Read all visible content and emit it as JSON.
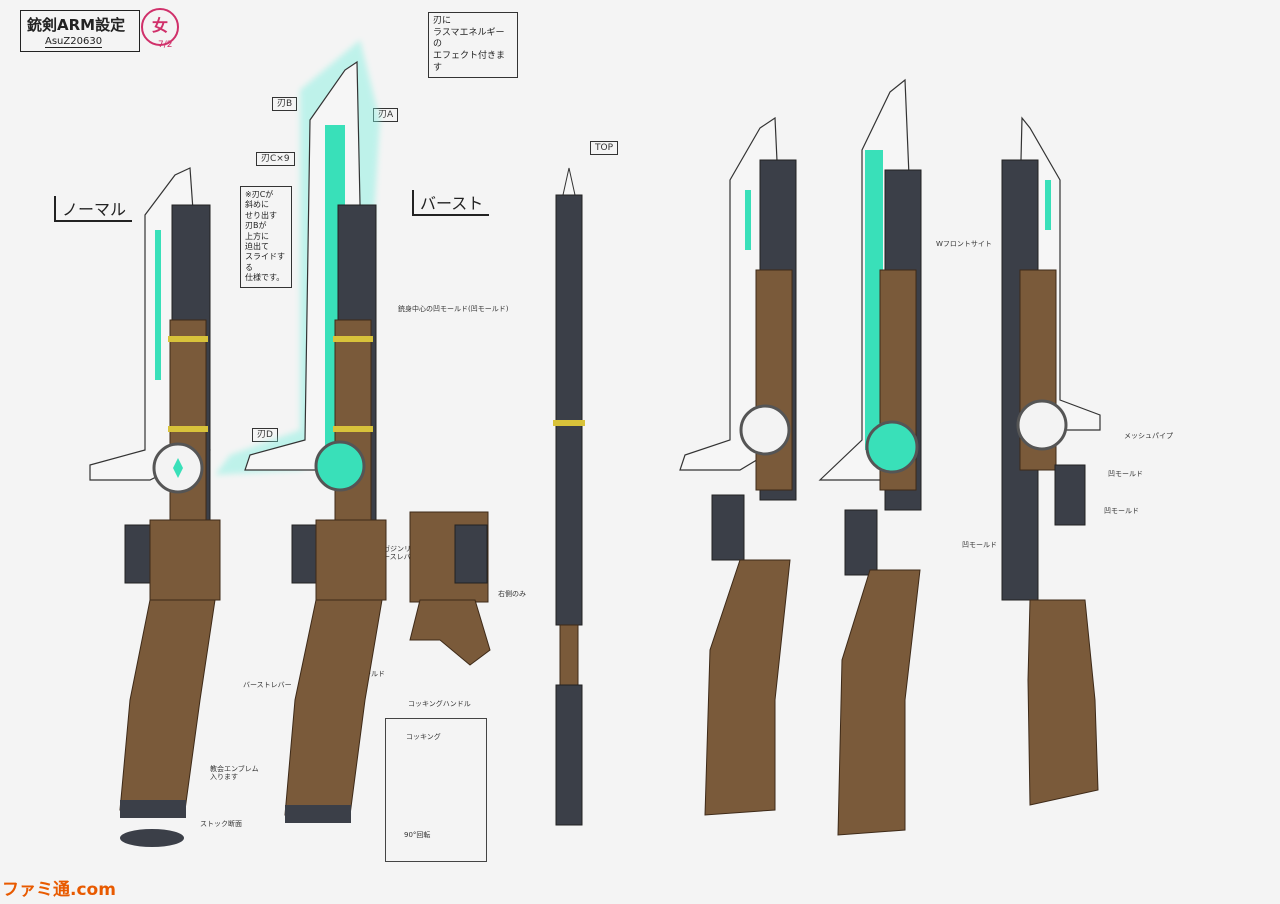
{
  "title": {
    "main": "銃剣ARM設定",
    "date": "AsuZ20630",
    "stamp": "女",
    "stamp_sub": "7/2"
  },
  "labels": {
    "normal": "ノーマル",
    "burst": "バースト",
    "top": "TOP"
  },
  "notes": {
    "energy_effect_1": "刃に",
    "energy_effect_2": "ラスマエネルギーの",
    "energy_effect_3": "エフェクト付きます",
    "blade_a": "刃A",
    "blade_b": "刃B",
    "blade_c": "刃C×9",
    "blade_d": "刃D",
    "tilt_1": "※刃Cが",
    "tilt_2": "斜めに",
    "tilt_3": "せり出す",
    "tilt_4": "刃Bが",
    "tilt_5": "上方に",
    "tilt_6": "迫出て",
    "tilt_7": "スライドする",
    "tilt_8": "仕様です。",
    "magazine_release": "マガジンリリースレバー",
    "burst_lever": "バーストレバー",
    "mold_1": "凹モールド",
    "mold_2": "凹モールド",
    "mold_3": "凹モールド",
    "mold_4": "凹モールド",
    "emblem": "教会エンブレム入ります",
    "stock_section": "ストック断面",
    "cocking_handle": "コッキングハンドル",
    "cocking": "コッキング",
    "right_side_only": "右側のみ",
    "front_sight": "Wフロントサイト",
    "mesh_pipe": "メッシュパイプ",
    "degree_90": "90°回転",
    "center_note": "銃身中心の凹モールド(凹モールド)"
  },
  "watermark": "ファミ通.com",
  "colors": {
    "blade_white": "#f6f6f6",
    "metal_dark": "#3b3f48",
    "metal_mid": "#5a5f6a",
    "metal_light": "#b7bcc6",
    "wood": "#7a5a3a",
    "wood_dark": "#5c4128",
    "gold": "#d8c23a",
    "energy": "#39e0b9",
    "energy_glow": "#7ff0e0",
    "stamp": "#d0306a",
    "watermark": "#e85a00"
  }
}
